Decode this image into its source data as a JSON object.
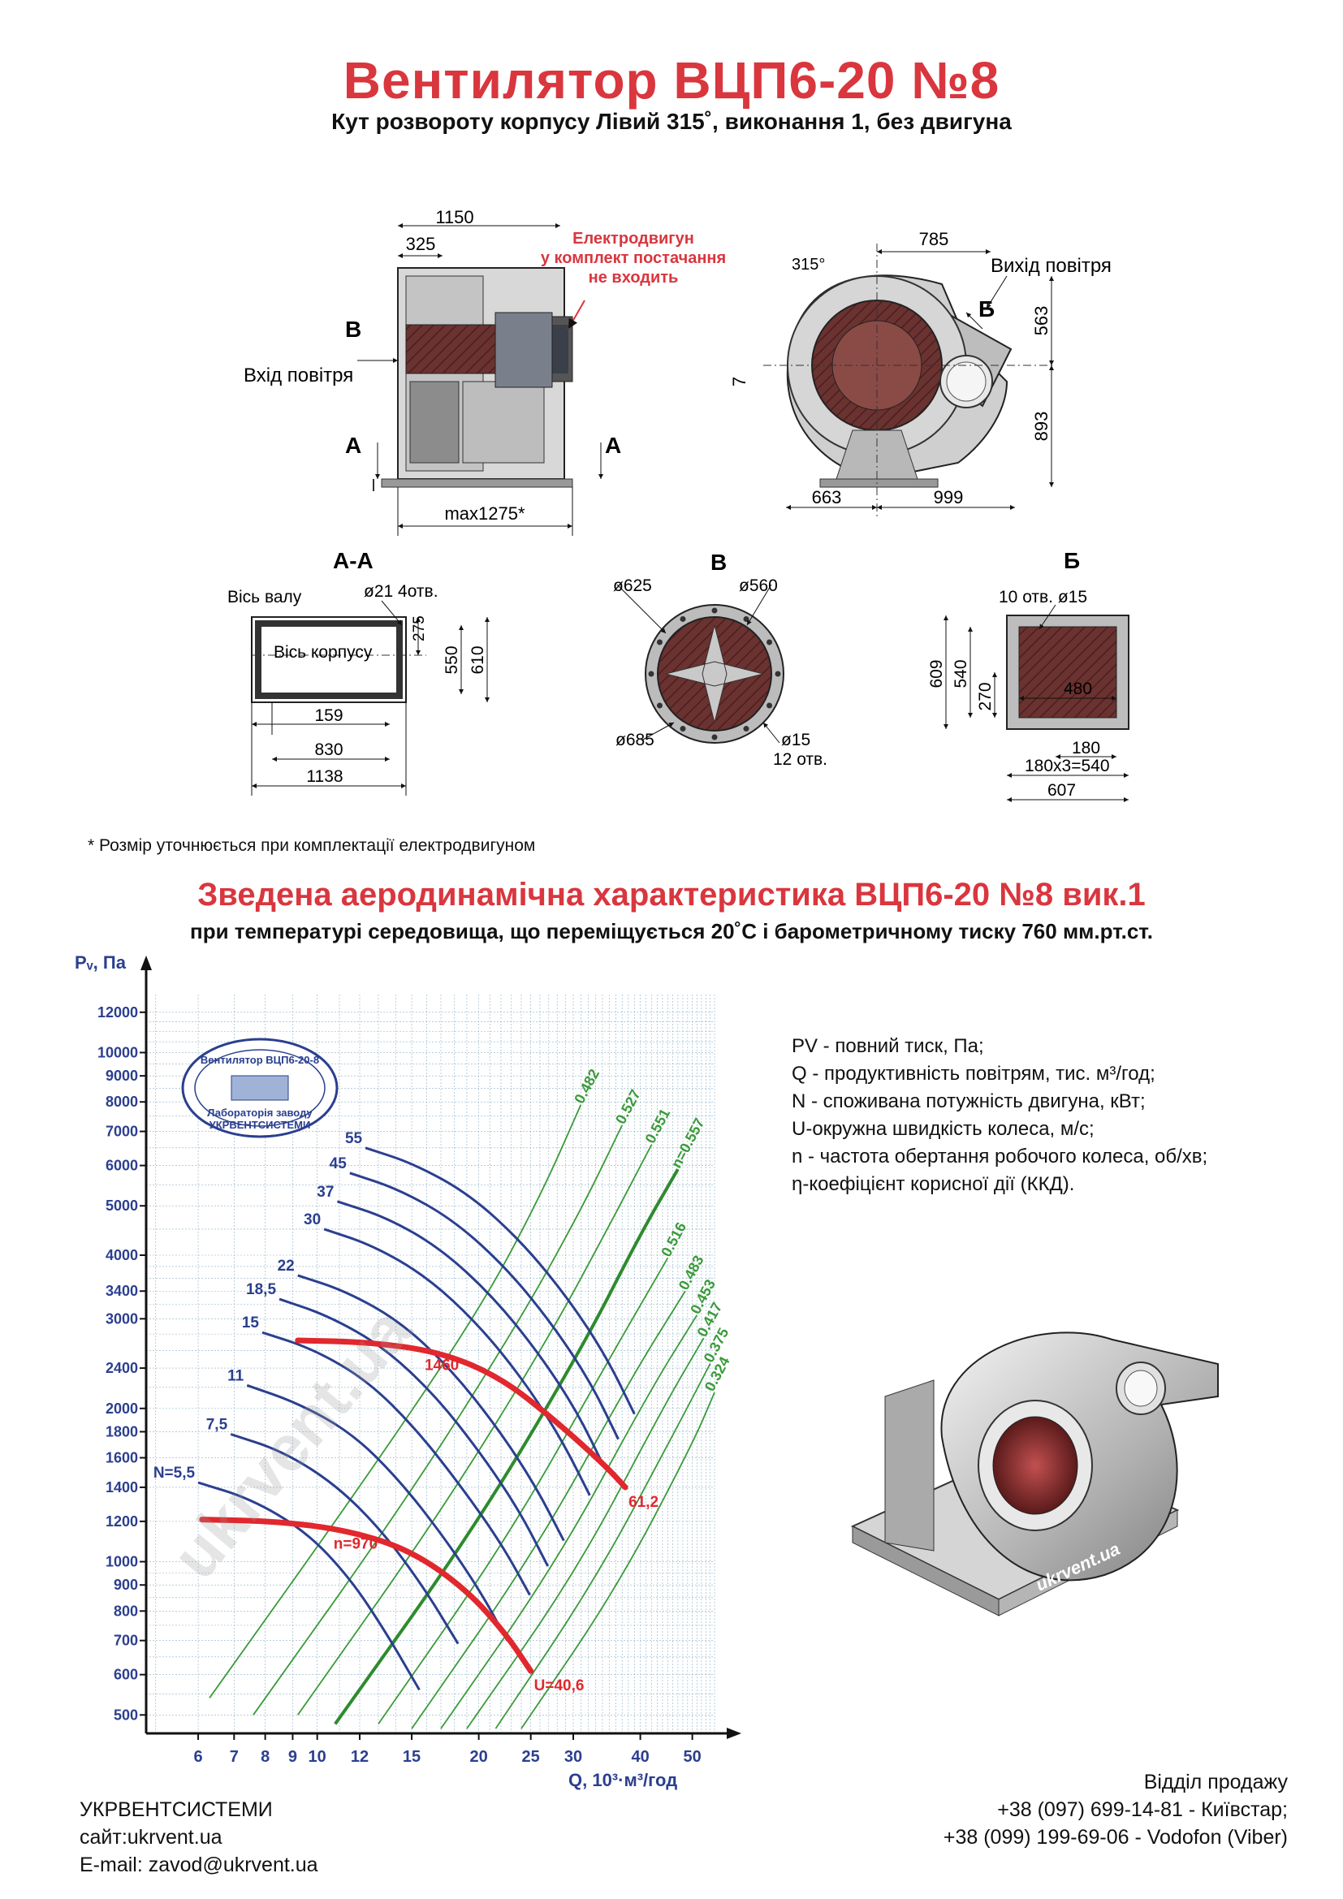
{
  "header": {
    "title": "Вентилятор  ВЦП6-20 №8",
    "subtitle": "Кут розвороту корпусу Лівий 315˚, виконання 1, без двигуна"
  },
  "drawings": {
    "side": {
      "dim_total": "1150",
      "dim_325": "325",
      "motor_note_1": "Електродвигун",
      "motor_note_2": "у комплект постачання",
      "motor_note_3": "не входить",
      "label_b": "В",
      "label_inlet": "Вхід повітря",
      "label_a_left": "А",
      "label_a_right": "А",
      "dim_max": "max1275*"
    },
    "front": {
      "angle": "315°",
      "dim_785": "785",
      "label_outlet": "Вихід повітря",
      "label_b": "Б",
      "dim_563": "563",
      "dim_7": "7",
      "dim_893": "893",
      "dim_663": "663",
      "dim_999": "999"
    },
    "section_aa": {
      "title": "А-А",
      "shaft_axis": "Вісь валу",
      "holes": "ø21 4отв.",
      "body_axis": "Вісь корпусу",
      "dim_275": "275",
      "dim_550": "550",
      "dim_610": "610",
      "dim_159": "159",
      "dim_830": "830",
      "dim_1138": "1138"
    },
    "view_v": {
      "title": "В",
      "d625": "ø625",
      "d560": "ø560",
      "d685": "ø685",
      "d15": "ø15",
      "holes": "12 отв."
    },
    "view_b": {
      "title": "Б",
      "holes": "10 отв. ø15",
      "dim_609": "609",
      "dim_540": "540",
      "dim_270": "270",
      "dim_480": "480",
      "dim_180": "180",
      "dim_540b": "180х3=540",
      "dim_607": "607"
    },
    "watermark": "ukrvent.ua"
  },
  "footnote": "* Розмір уточнюється при комплектації електродвигуном",
  "chart_section": {
    "title": "Зведена аеродинамічна характеристика ВЦП6-20 №8 вик.1",
    "subtitle": "при температурі середовища, що переміщується 20˚С і барометричному тиску 760 мм.рт.ст."
  },
  "legend": [
    "PV - повний тиск, Па;",
    "Q - продуктивність повітрям, тис. м³/год;",
    "N - споживана потужність двигуна, кВт;",
    "U-окружна швидкість колеса, м/с;",
    "n - частота обертання робочого колеса, об/хв;",
    "η-коефіцієнт корисної дії (ККД)."
  ],
  "stamp": {
    "top": "Вентилятор ВЦП6-20-8",
    "bottom1": "Лабораторія заводу",
    "bottom2": "УКРВЕНТСИСТЕМИ"
  },
  "chart_data": {
    "type": "line",
    "xscale": "log",
    "yscale": "log",
    "xlabel": "Q, 10³·м³/год",
    "ylabel": "Pᵥ, Па",
    "xticks": [
      6,
      7,
      8,
      9,
      10,
      12,
      15,
      20,
      25,
      30,
      40,
      50
    ],
    "yticks": [
      500,
      600,
      700,
      800,
      900,
      1000,
      1200,
      1400,
      1600,
      1800,
      2000,
      2400,
      3000,
      3400,
      4000,
      5000,
      6000,
      7000,
      8000,
      9000,
      10000,
      12000
    ],
    "xlim": [
      4.8,
      55
    ],
    "ylim": [
      460,
      13000
    ],
    "power_curves": [
      {
        "name": "N=5,5",
        "points": [
          [
            6.0,
            1430
          ],
          [
            7.5,
            1330
          ],
          [
            9.5,
            1150
          ],
          [
            11.5,
            930
          ],
          [
            13.5,
            720
          ],
          [
            15.5,
            560
          ]
        ]
      },
      {
        "name": "7,5",
        "points": [
          [
            6.9,
            1780
          ],
          [
            8.6,
            1650
          ],
          [
            10.8,
            1420
          ],
          [
            13.2,
            1150
          ],
          [
            15.8,
            890
          ],
          [
            18.3,
            690
          ]
        ]
      },
      {
        "name": "11",
        "points": [
          [
            7.4,
            2220
          ],
          [
            9.2,
            2050
          ],
          [
            11.6,
            1790
          ],
          [
            14.2,
            1450
          ],
          [
            17.2,
            1120
          ],
          [
            20.2,
            870
          ],
          [
            22.6,
            700
          ]
        ]
      },
      {
        "name": "15",
        "points": [
          [
            7.9,
            2820
          ],
          [
            9.8,
            2620
          ],
          [
            12.4,
            2270
          ],
          [
            15.3,
            1820
          ],
          [
            18.6,
            1400
          ],
          [
            22.1,
            1080
          ],
          [
            24.9,
            860
          ]
        ]
      },
      {
        "name": "18,5",
        "points": [
          [
            8.5,
            3280
          ],
          [
            10.5,
            3040
          ],
          [
            13.3,
            2640
          ],
          [
            16.6,
            2120
          ],
          [
            20.2,
            1630
          ],
          [
            23.8,
            1260
          ],
          [
            26.9,
            980
          ]
        ]
      },
      {
        "name": "22",
        "points": [
          [
            9.2,
            3650
          ],
          [
            11.3,
            3400
          ],
          [
            14.3,
            2960
          ],
          [
            17.8,
            2380
          ],
          [
            21.7,
            1830
          ],
          [
            25.5,
            1410
          ],
          [
            28.8,
            1100
          ]
        ]
      },
      {
        "name": "30",
        "points": [
          [
            10.3,
            4500
          ],
          [
            12.7,
            4180
          ],
          [
            16.0,
            3630
          ],
          [
            20.0,
            2920
          ],
          [
            24.4,
            2250
          ],
          [
            28.6,
            1730
          ],
          [
            32.2,
            1350
          ]
        ]
      },
      {
        "name": "37",
        "points": [
          [
            10.9,
            5100
          ],
          [
            13.5,
            4740
          ],
          [
            17.0,
            4120
          ],
          [
            21.3,
            3310
          ],
          [
            26.0,
            2550
          ],
          [
            30.5,
            1970
          ],
          [
            34.3,
            1530
          ]
        ]
      },
      {
        "name": "45",
        "points": [
          [
            11.5,
            5800
          ],
          [
            14.2,
            5390
          ],
          [
            18.0,
            4680
          ],
          [
            22.6,
            3760
          ],
          [
            27.6,
            2900
          ],
          [
            32.4,
            2240
          ],
          [
            36.4,
            1740
          ]
        ]
      },
      {
        "name": "55",
        "points": [
          [
            12.3,
            6500
          ],
          [
            15.2,
            6040
          ],
          [
            19.3,
            5250
          ],
          [
            24.2,
            4220
          ],
          [
            29.6,
            3250
          ],
          [
            34.7,
            2510
          ],
          [
            39.0,
            1950
          ]
        ]
      }
    ],
    "speed_curves": [
      {
        "name": "n=970",
        "label_start": "n=970",
        "label_end": "U=40,6",
        "points": [
          [
            6.1,
            1210
          ],
          [
            8.5,
            1200
          ],
          [
            11.5,
            1150
          ],
          [
            15.0,
            1050
          ],
          [
            19.0,
            880
          ],
          [
            22.5,
            720
          ],
          [
            25.0,
            610
          ]
        ]
      },
      {
        "name": "n=1460",
        "label_start": "1460",
        "label_end": "61,2",
        "points": [
          [
            9.2,
            2720
          ],
          [
            12.5,
            2700
          ],
          [
            17.0,
            2580
          ],
          [
            22.0,
            2300
          ],
          [
            28.0,
            1880
          ],
          [
            34.5,
            1540
          ],
          [
            37.5,
            1400
          ]
        ]
      }
    ],
    "efficiency_lines": [
      {
        "name": "0.482",
        "points": [
          [
            6.3,
            540
          ],
          [
            12.0,
            1400
          ],
          [
            20.0,
            3100
          ],
          [
            26.0,
            5200
          ],
          [
            31.0,
            7900
          ]
        ]
      },
      {
        "name": "0.527",
        "points": [
          [
            7.6,
            500
          ],
          [
            14.5,
            1300
          ],
          [
            23.5,
            2900
          ],
          [
            31.0,
            4900
          ],
          [
            37.0,
            7200
          ]
        ]
      },
      {
        "name": "0.551",
        "points": [
          [
            9.2,
            500
          ],
          [
            17.0,
            1250
          ],
          [
            27.0,
            2750
          ],
          [
            35.5,
            4700
          ],
          [
            42.0,
            6600
          ]
        ]
      },
      {
        "name": "n=0.557",
        "points": [
          [
            10.8,
            480
          ],
          [
            19.5,
            1150
          ],
          [
            31.0,
            2600
          ],
          [
            40.0,
            4400
          ],
          [
            47.0,
            5900
          ]
        ]
      },
      {
        "name": "0.516",
        "points": [
          [
            13.0,
            480
          ],
          [
            22.5,
            1100
          ],
          [
            35.0,
            2500
          ],
          [
            45.0,
            3950
          ]
        ]
      },
      {
        "name": "0.483",
        "points": [
          [
            15.0,
            470
          ],
          [
            25.5,
            1050
          ],
          [
            38.5,
            2300
          ],
          [
            48.5,
            3400
          ]
        ]
      },
      {
        "name": "0.453",
        "points": [
          [
            17.0,
            470
          ],
          [
            28.0,
            1000
          ],
          [
            41.5,
            2150
          ],
          [
            51.0,
            3050
          ]
        ]
      },
      {
        "name": "0.417",
        "points": [
          [
            19.0,
            470
          ],
          [
            30.5,
            960
          ],
          [
            44.0,
            2000
          ],
          [
            52.5,
            2750
          ]
        ]
      },
      {
        "name": "0.375",
        "points": [
          [
            21.5,
            470
          ],
          [
            33.0,
            920
          ],
          [
            47.0,
            1850
          ],
          [
            54.0,
            2450
          ]
        ]
      },
      {
        "name": "0.324",
        "points": [
          [
            24.0,
            470
          ],
          [
            36.0,
            880
          ],
          [
            50.0,
            1700
          ],
          [
            55.0,
            2150
          ]
        ]
      }
    ],
    "colors": {
      "power": "#2b3f8f",
      "speed": "#e0282e",
      "efficiency": "#3a9a3a",
      "best": "#2e8b2e",
      "grid": "#8ab0c8"
    }
  },
  "company": {
    "name": "УКРВЕНТСИСТЕМИ",
    "site": "сайт:ukrvent.ua",
    "email": "E-mail: zavod@ukrvent.ua"
  },
  "sales": {
    "title": "Відділ продажу",
    "phone1": "+38 (097) 699-14-81 - Київстар;",
    "phone2": "+38 (099) 199-69-06 - Vodofon (Viber)"
  }
}
